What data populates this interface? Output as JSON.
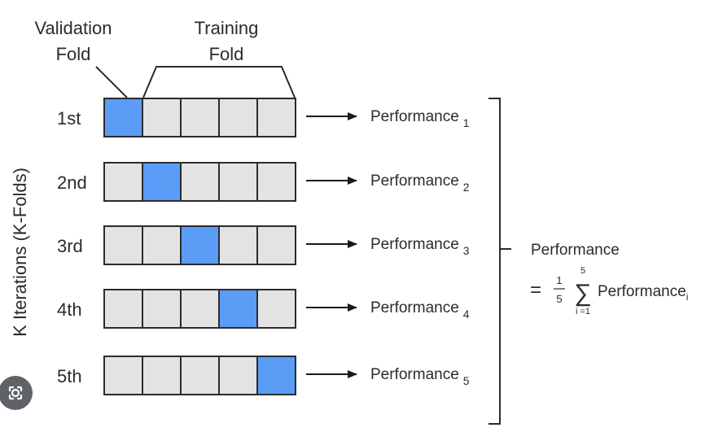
{
  "header": {
    "validation_label_line1": "Validation",
    "validation_label_line2": "Fold",
    "training_label_line1": "Training",
    "training_label_line2": "Fold"
  },
  "axis_label": "K Iterations (K-Folds)",
  "iterations": [
    {
      "label": "1st",
      "validation_index": 0,
      "performance_text": "Performance",
      "subscript": "1"
    },
    {
      "label": "2nd",
      "validation_index": 1,
      "performance_text": "Performance",
      "subscript": "2"
    },
    {
      "label": "3rd",
      "validation_index": 2,
      "performance_text": "Performance",
      "subscript": "3"
    },
    {
      "label": "4th",
      "validation_index": 3,
      "performance_text": "Performance",
      "subscript": "4"
    },
    {
      "label": "5th",
      "validation_index": 4,
      "performance_text": "Performance",
      "subscript": "5"
    }
  ],
  "summary": {
    "title": "Performance",
    "equals": "=",
    "frac_num": "1",
    "frac_den": "5",
    "sigma": "∑",
    "sum_upper": "5",
    "sum_lower": "i =1",
    "term": "Performance",
    "term_sub": "i"
  },
  "colors": {
    "validation": "#5b9cf6",
    "training": "#e3e3e3",
    "stroke": "#2b2b2b",
    "lens_button": "#5f6368"
  },
  "icons": {
    "arrow": "right-arrow-icon",
    "lens": "lens-search-icon"
  }
}
